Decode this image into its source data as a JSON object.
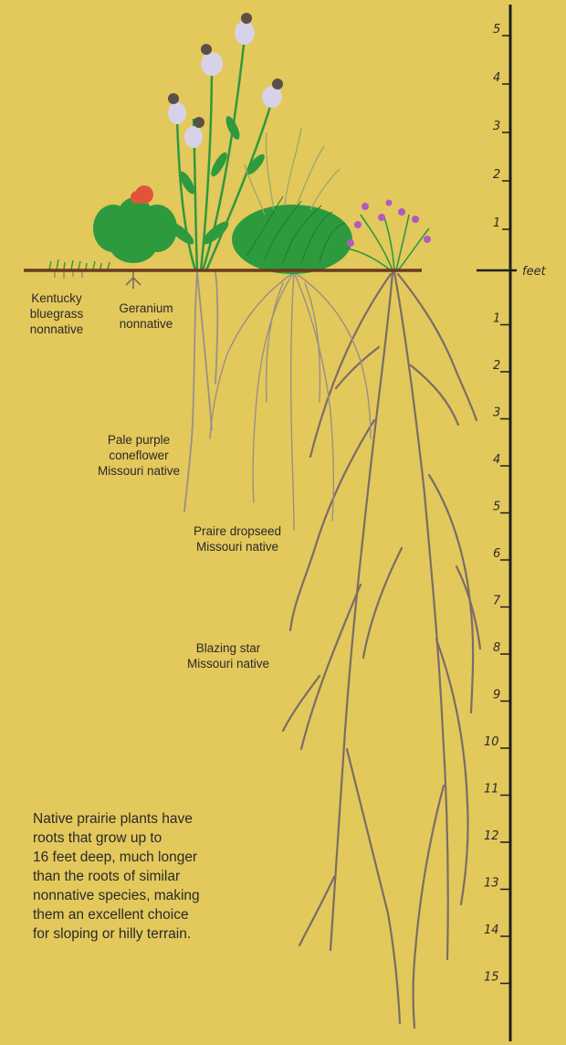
{
  "scale": {
    "unit_label": "feet",
    "above_ground_ticks": [
      "5",
      "4",
      "3",
      "2",
      "1"
    ],
    "below_ground_ticks": [
      "1",
      "2",
      "3",
      "4",
      "5",
      "6",
      "7",
      "8",
      "9",
      "10",
      "11",
      "12",
      "13",
      "14",
      "15"
    ]
  },
  "plants": [
    {
      "name": "Kentucky",
      "name2": "bluegrass",
      "origin": "nonnative"
    },
    {
      "name": "Geranium",
      "name2": "",
      "origin": "nonnative"
    },
    {
      "name": "Pale purple",
      "name2": "coneflower",
      "origin": "Missouri native"
    },
    {
      "name": "Praire dropseed",
      "name2": "",
      "origin": "Missouri native"
    },
    {
      "name": "Blazing star",
      "name2": "",
      "origin": "Missouri native"
    }
  ],
  "caption": {
    "lines": [
      "Native prairie plants have",
      "roots that grow up to",
      "16 feet deep, much longer",
      "than the roots of similar",
      "nonnative species, making",
      "them an excellent choice",
      "for sloping or hilly terrain."
    ]
  },
  "colors": {
    "background": "#E3C85C",
    "soil_line": "#6B3A1E",
    "roots": "#7A6E66",
    "dropseed_roots": "#9A8F88",
    "leaf_green": "#2E9A3E",
    "flower_lavender": "#D8D2E8",
    "geranium_red": "#E2543A",
    "blazing_star_purple": "#B25ABE"
  }
}
